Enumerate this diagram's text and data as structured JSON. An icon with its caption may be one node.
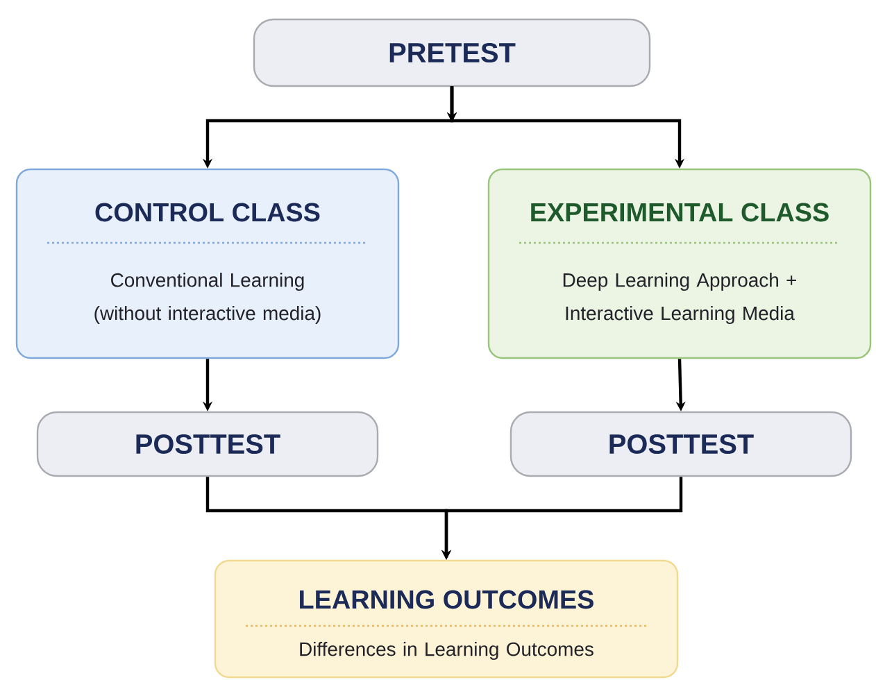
{
  "diagram": {
    "nodes": [
      {
        "text": [
          "PRETEST"
        ]
      },
      {
        "text": [
          "CONTROL CLASS",
          "Conventional Learning (without interactive media)"
        ]
      },
      {
        "text": [
          "EXPERIMENTAL CLASS",
          "Deep Learning Approach + Interactive Learning Media"
        ]
      },
      {
        "text": [
          "POSTTEST"
        ]
      },
      {
        "text": [
          "POSTTEST"
        ]
      },
      {
        "text": [
          "LEARNING OUTCOMES",
          "Differences in Learning Outcomes"
        ]
      }
    ],
    "edges": [
      {
        "from": 0,
        "to": 1,
        "arrow": "to"
      },
      {
        "from": 0,
        "to": 2,
        "arrow": "to"
      },
      {
        "from": 1,
        "to": 3,
        "arrow": "to"
      },
      {
        "from": 2,
        "to": 4,
        "arrow": "to"
      },
      {
        "from": 3,
        "to": 5,
        "arrow": "to"
      },
      {
        "from": 4,
        "to": 5,
        "arrow": "to"
      }
    ]
  }
}
